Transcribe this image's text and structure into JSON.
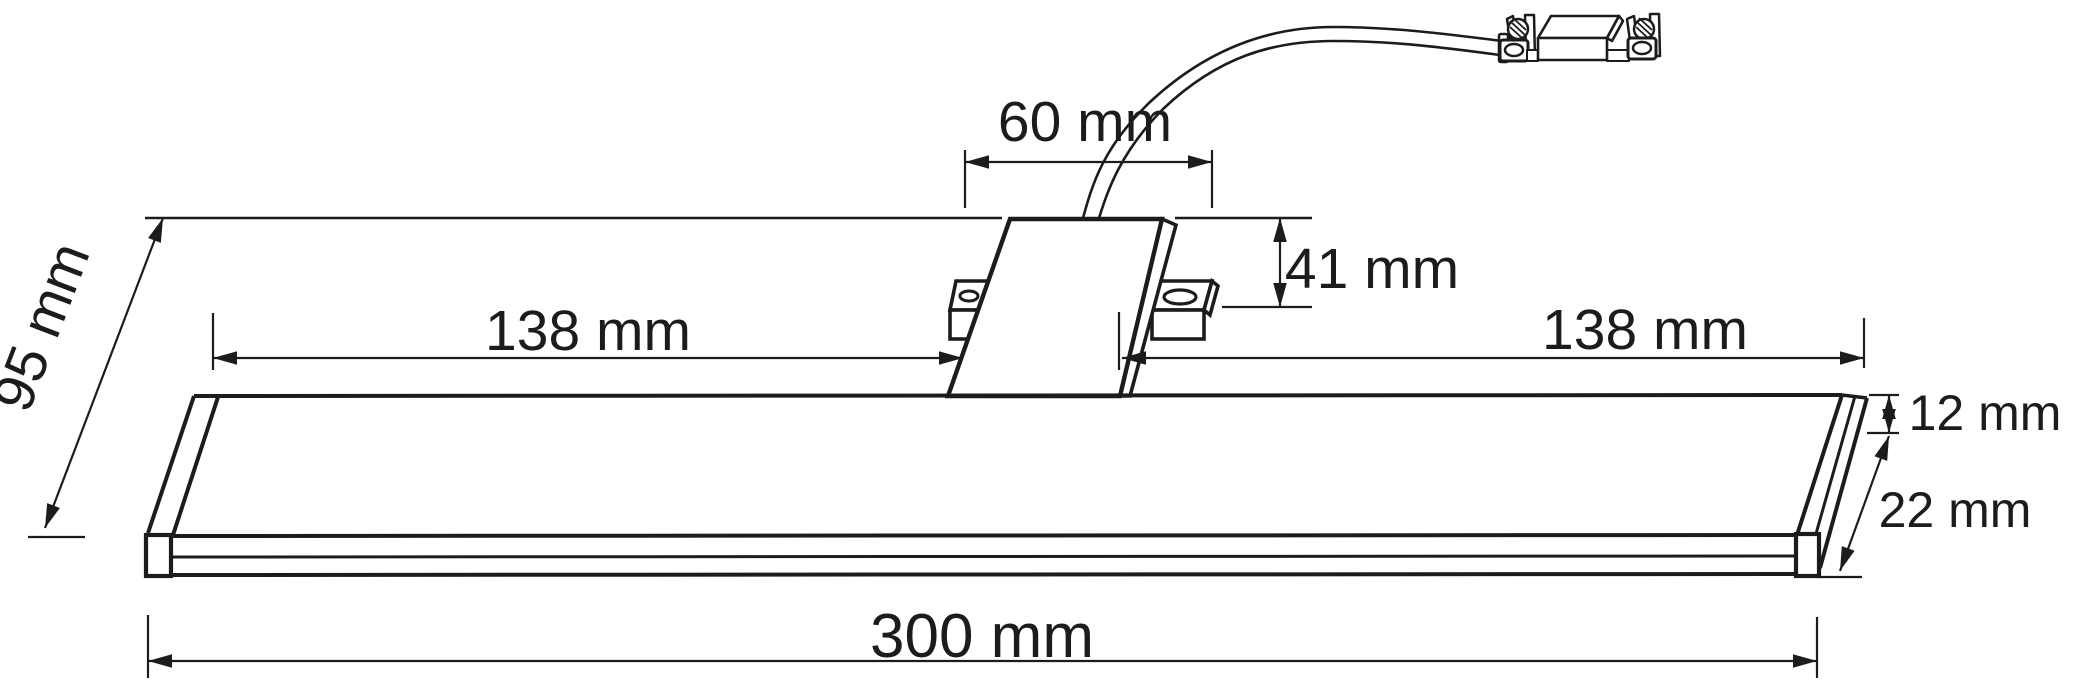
{
  "drawing": {
    "title": "Linear light bar dimensional drawing",
    "unit": "mm",
    "ink_color": "#1c1c1c",
    "background_color": "#ffffff",
    "dimensions": {
      "bracket_width": {
        "label": "60 mm",
        "value": 60
      },
      "bracket_height": {
        "label": "41 mm",
        "value": 41
      },
      "left_span": {
        "label": "138 mm",
        "value": 138
      },
      "right_span": {
        "label": "138 mm",
        "value": 138
      },
      "depth": {
        "label": "95 mm",
        "value": 95
      },
      "profile_top": {
        "label": "12 mm",
        "value": 12
      },
      "profile_height": {
        "label": "22 mm",
        "value": 22
      },
      "total_length": {
        "label": "300 mm",
        "value": 300
      }
    }
  }
}
